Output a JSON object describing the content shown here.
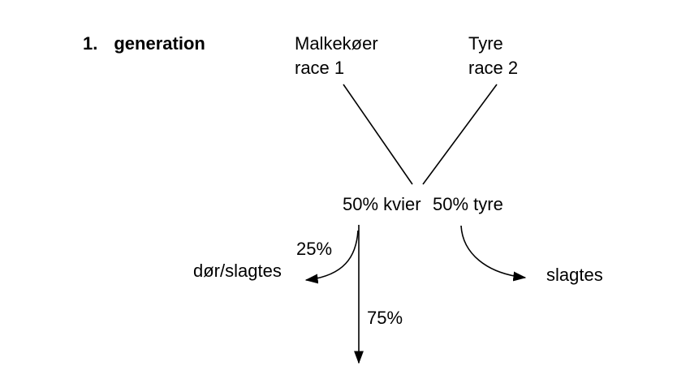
{
  "colors": {
    "background": "#ffffff",
    "line": "#000000",
    "text": "#000000"
  },
  "diagram": {
    "heading": {
      "number": "1.",
      "label": "generation"
    },
    "parents": {
      "left": {
        "line1": "Malkekøer",
        "line2": "race 1"
      },
      "right": {
        "line1": "Tyre",
        "line2": "race 2"
      }
    },
    "offspring": {
      "left": "50% kvier",
      "right": "50% tyre"
    },
    "branches": {
      "left": {
        "percent": "25%",
        "outcome": "dør/slagtes"
      },
      "down": {
        "percent": "75%"
      },
      "right": {
        "outcome": "slagtes"
      }
    }
  }
}
